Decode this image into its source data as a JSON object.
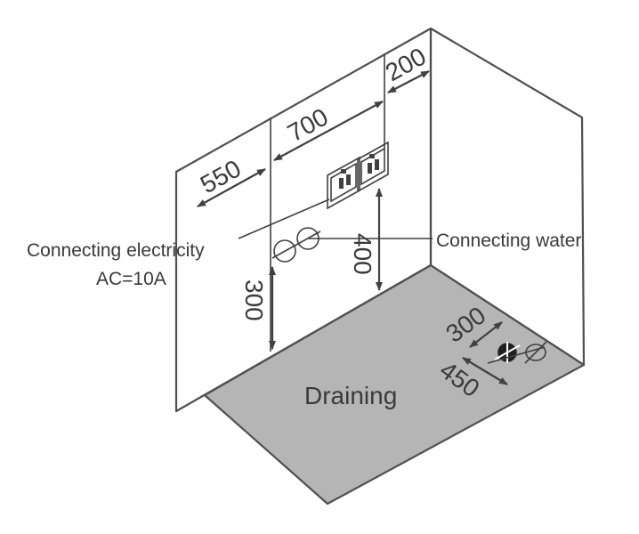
{
  "labels": {
    "connecting_electricity": "Connecting electricity",
    "ac_rating": "AC=10A",
    "connecting_water": "Connecting water",
    "draining": "Draining"
  },
  "dimensions": {
    "d550": "550",
    "d700": "700",
    "d200": "200",
    "d400": "400",
    "d300_wall": "300",
    "d300_floor": "300",
    "d450_floor": "450"
  },
  "colors": {
    "floor": "#b5b5b5",
    "lines": "#505050",
    "text": "#3a3a3a"
  }
}
